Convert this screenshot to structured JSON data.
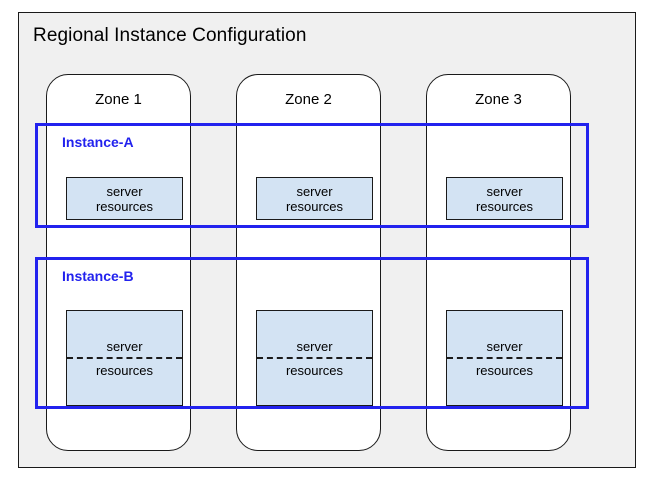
{
  "diagram": {
    "title": "Regional Instance Configuration",
    "panel_bg": "#f0f0f0",
    "accent_color": "#2222ee",
    "resource_fill": "#d3e3f3",
    "zones": [
      {
        "label": "Zone 1"
      },
      {
        "label": "Zone 2"
      },
      {
        "label": "Zone 3"
      }
    ],
    "instances": [
      {
        "label": "Instance-A",
        "divided": false,
        "resources": [
          {
            "line_top": "server",
            "line_bottom": "resources"
          },
          {
            "line_top": "server",
            "line_bottom": "resources"
          },
          {
            "line_top": "server",
            "line_bottom": "resources"
          }
        ]
      },
      {
        "label": "Instance-B",
        "divided": true,
        "resources": [
          {
            "line_top": "server",
            "line_bottom": "resources"
          },
          {
            "line_top": "server",
            "line_bottom": "resources"
          },
          {
            "line_top": "server",
            "line_bottom": "resources"
          }
        ]
      }
    ]
  }
}
